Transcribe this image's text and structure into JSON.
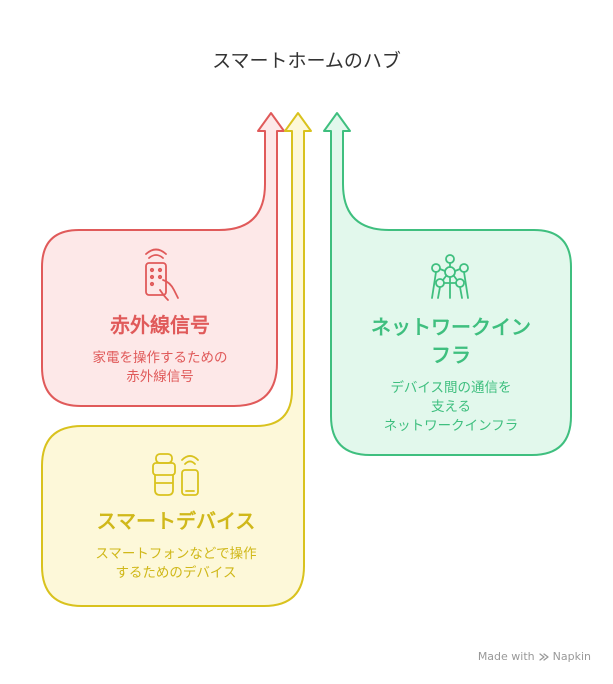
{
  "title": "スマートホームのハブ",
  "items": [
    {
      "title": "赤外線信号",
      "description_lines": [
        "家電を操作するための",
        "赤外線信号"
      ],
      "icon": "remote-control-icon",
      "color": "#e05a5a",
      "fill": "#fde8e8"
    },
    {
      "title": "スマートデバイス",
      "description_lines": [
        "スマートフォンなどで操作",
        "するためのデバイス"
      ],
      "icon": "smart-devices-icon",
      "color": "#d9c21e",
      "fill": "#fdf8d9"
    },
    {
      "title_lines": [
        "ネットワークイン",
        "フラ"
      ],
      "description_lines": [
        "デバイス間の通信を",
        "支える",
        "ネットワークインフラ"
      ],
      "icon": "network-molecule-icon",
      "color": "#3fbf7f",
      "fill": "#e2f8ec"
    }
  ],
  "watermark": {
    "made_with": "Made with",
    "brand": "Napkin"
  }
}
